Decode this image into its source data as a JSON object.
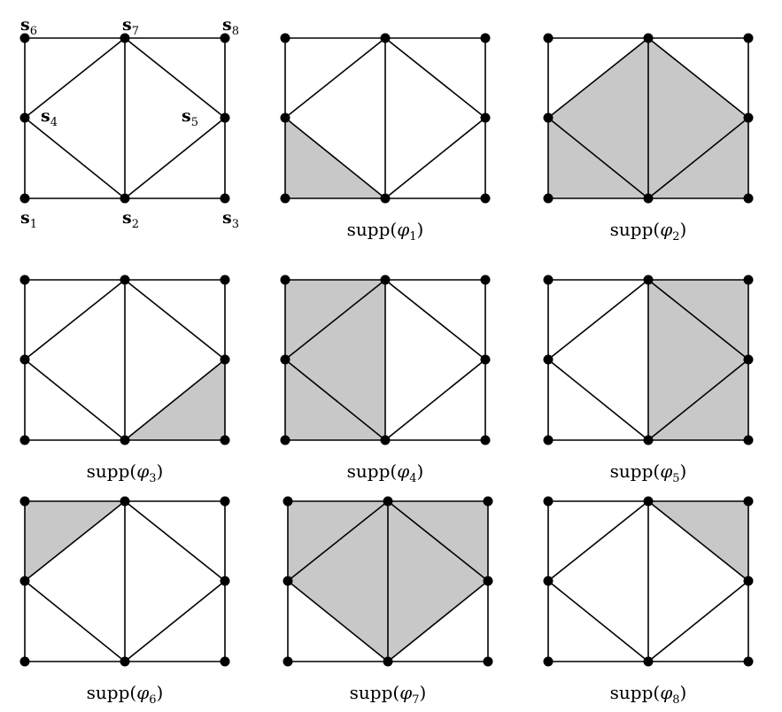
{
  "colors": {
    "shade": "#c8c8c8",
    "line": "#000000",
    "node": "#000000"
  },
  "nodes": [
    {
      "id": 1,
      "name": "s1"
    },
    {
      "id": 2,
      "name": "s2"
    },
    {
      "id": 3,
      "name": "s3"
    },
    {
      "id": 4,
      "name": "s4"
    },
    {
      "id": 5,
      "name": "s5"
    },
    {
      "id": 6,
      "name": "s6"
    },
    {
      "id": 7,
      "name": "s7"
    },
    {
      "id": 8,
      "name": "s8"
    }
  ],
  "triangles": [
    [
      1,
      2,
      4
    ],
    [
      2,
      3,
      5
    ],
    [
      2,
      7,
      4
    ],
    [
      2,
      5,
      7
    ],
    [
      4,
      7,
      6
    ],
    [
      5,
      8,
      7
    ]
  ],
  "vertex_labels": [
    {
      "node": 1,
      "base": "s",
      "sub": "1"
    },
    {
      "node": 2,
      "base": "s",
      "sub": "2"
    },
    {
      "node": 3,
      "base": "s",
      "sub": "3"
    },
    {
      "node": 4,
      "base": "s",
      "sub": "4"
    },
    {
      "node": 5,
      "base": "s",
      "sub": "5"
    },
    {
      "node": 6,
      "base": "s",
      "sub": "6"
    },
    {
      "node": 7,
      "base": "s",
      "sub": "7"
    },
    {
      "node": 8,
      "base": "s",
      "sub": "8"
    }
  ],
  "panels": [
    {
      "id": "mesh",
      "caption": null,
      "shaded": []
    },
    {
      "id": "phi1",
      "caption": {
        "prefix": "supp(",
        "symbol": "φ",
        "sub": "1",
        "suffix": ")"
      },
      "shaded": [
        0
      ]
    },
    {
      "id": "phi2",
      "caption": {
        "prefix": "supp(",
        "symbol": "φ",
        "sub": "2",
        "suffix": ")"
      },
      "shaded": [
        0,
        1,
        2,
        3
      ]
    },
    {
      "id": "phi3",
      "caption": {
        "prefix": "supp(",
        "symbol": "φ",
        "sub": "3",
        "suffix": ")"
      },
      "shaded": [
        1
      ]
    },
    {
      "id": "phi4",
      "caption": {
        "prefix": "supp(",
        "symbol": "φ",
        "sub": "4",
        "suffix": ")"
      },
      "shaded": [
        0,
        2,
        4
      ]
    },
    {
      "id": "phi5",
      "caption": {
        "prefix": "supp(",
        "symbol": "φ",
        "sub": "5",
        "suffix": ")"
      },
      "shaded": [
        1,
        3,
        5
      ]
    },
    {
      "id": "phi6",
      "caption": {
        "prefix": "supp(",
        "symbol": "φ",
        "sub": "6",
        "suffix": ")"
      },
      "shaded": [
        4
      ]
    },
    {
      "id": "phi7",
      "caption": {
        "prefix": "supp(",
        "symbol": "φ",
        "sub": "7",
        "suffix": ")"
      },
      "shaded": [
        2,
        3,
        4,
        5
      ]
    },
    {
      "id": "phi8",
      "caption": {
        "prefix": "supp(",
        "symbol": "φ",
        "sub": "8",
        "suffix": ")"
      },
      "shaded": [
        5
      ]
    }
  ]
}
